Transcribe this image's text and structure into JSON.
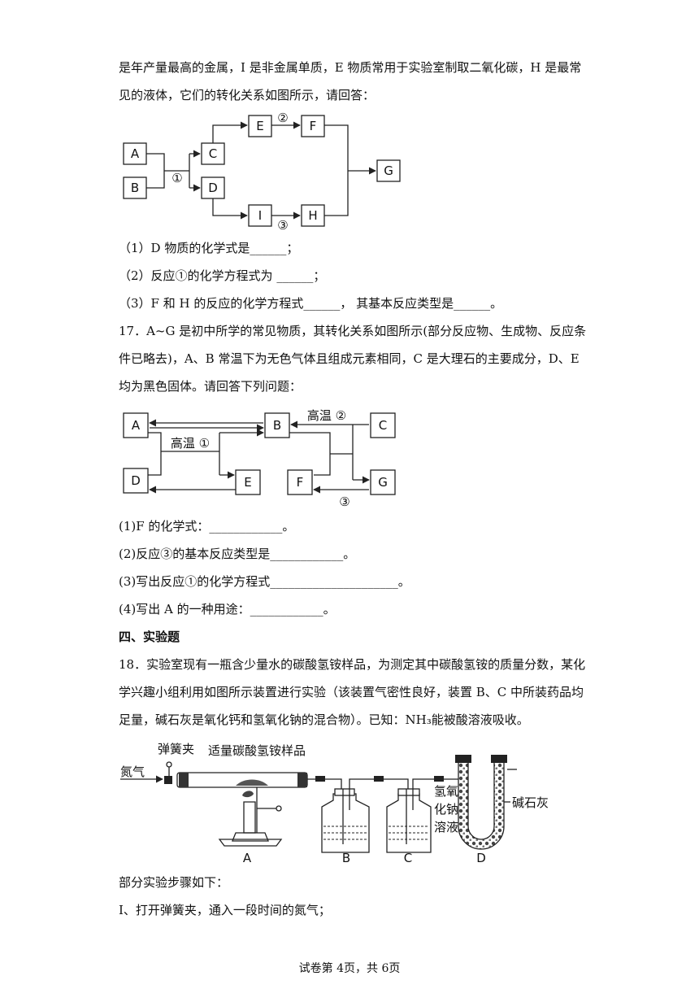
{
  "paragraphs": {
    "p16_line1": "是年产量最高的金属，I 是非金属单质，E 物质常用于实验室制取二氧化碳，H 是最常",
    "p16_line2": "见的液体，它们的转化关系如图所示，请回答：",
    "q16_1": "（1）D 物质的化学式是______；",
    "q16_2": "（2）反应①的化学方程式为  ______；",
    "q16_3": "（3）F 和 H 的反应的化学方程式______，  其基本反应类型是______。",
    "p17_line1": "17．A~G 是初中所学的常见物质，其转化关系如图所示(部分反应物、生成物、反应条",
    "p17_line2": "件已略去)，A、B 常温下为无色气体且组成元素相同，C 是大理石的主要成分，D、E",
    "p17_line3": "均为黑色固体。请回答下列问题：",
    "q17_1": "(1)F 的化学式：____________。",
    "q17_2": "(2)反应③的基本反应类型是____________。",
    "q17_3": "(3)写出反应①的化学方程式_____________________。",
    "q17_4": "(4)写出 A 的一种用途：____________。",
    "section4": "四、实验题",
    "p18_line1": "18．实验室现有一瓶含少量水的碳酸氢铵样品，为测定其中碳酸氢铵的质量分数，某化",
    "p18_line2": "学兴趣小组利用如图所示装置进行实验（该装置气密性良好，装置 B、C 中所装药品均",
    "p18_line3": "足量，碱石灰是氧化钙和氢氧化钠的混合物）。已知：NH₃能被酸溶液吸收。",
    "steps_intro": "部分实验步骤如下：",
    "step1": "I、打开弹簧夹，通入一段时间的氮气；"
  },
  "diagram1": {
    "A": "A",
    "B": "B",
    "C": "C",
    "D": "D",
    "E": "E",
    "F": "F",
    "G": "G",
    "H": "H",
    "I": "I",
    "r1": "①",
    "r2": "②",
    "r3": "③"
  },
  "diagram2": {
    "A": "A",
    "B": "B",
    "C": "C",
    "D": "D",
    "E": "E",
    "F": "F",
    "G": "G",
    "r1": "高温 ①",
    "r2": "高温 ②",
    "r3": "③"
  },
  "apparatus": {
    "clamp": "弹簧夹",
    "sample": "适量碳酸氢铵样品",
    "nitrogen": "氮气",
    "naoh_1": "氢氧",
    "naoh_2": "化钠",
    "naoh_3": "溶液",
    "lime": "碱石灰",
    "A": "A",
    "B": "B",
    "C": "C",
    "D": "D"
  },
  "footer": "试卷第 4页，共 6页"
}
